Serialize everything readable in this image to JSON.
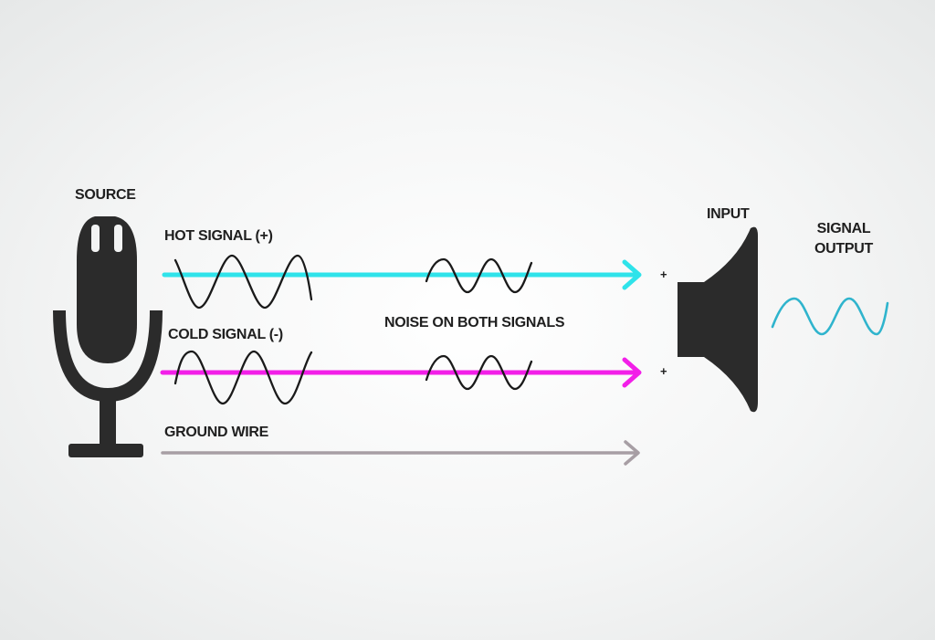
{
  "labels": {
    "source": "SOURCE",
    "hot_signal": "HOT SIGNAL (+)",
    "cold_signal": "COLD SIGNAL (-)",
    "ground_wire": "GROUND WIRE",
    "noise": "NOISE ON BOTH SIGNALS",
    "input": "INPUT",
    "signal_output_line1": "SIGNAL",
    "signal_output_line2": "OUTPUT",
    "plus_hot": "+",
    "plus_cold": "+"
  },
  "colors": {
    "hot_wire": "#2fe3ea",
    "cold_wire": "#f21fe8",
    "ground_wire": "#a79ea4",
    "output_wave": "#2fb4cd",
    "icon_fill": "#2b2b2b",
    "wave_stroke": "#1a1a1a"
  },
  "icons": {
    "source": "microphone-icon",
    "input": "speaker-icon"
  }
}
